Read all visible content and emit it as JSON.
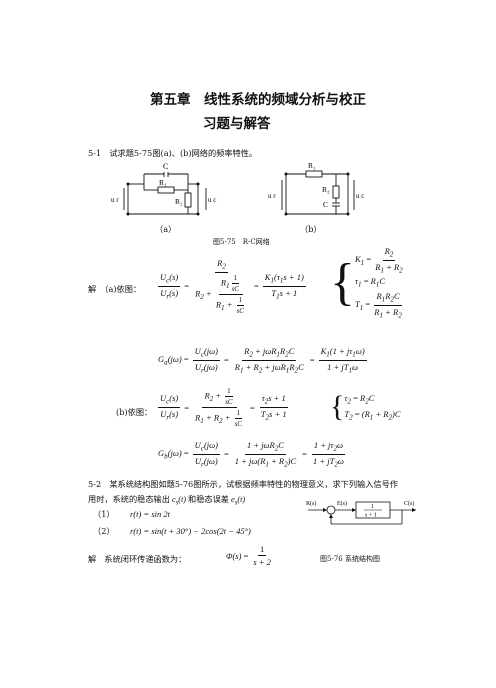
{
  "doc": {
    "title": "第五章　线性系统的频域分析与校正",
    "subtitle": "习题与解答",
    "p51": "5-1　试求题5-75图(a)、(b)网络的频率特性。",
    "fig_caption": "图5-75　R-C网络",
    "label_a": "（a）",
    "label_b": "（b）",
    "sol_a_prefix": "解　（a)依图：",
    "sol_b_prefix": "(b)依图：",
    "p52_line1": "5-2　某系统结构图如题5-76图所示，试根据频率特性的物理意义，求下列输入信号作",
    "p52_line2": "用时，系统的稳态输出",
    "p52_line2b": "和稳态误差",
    "item1_num": "（1）",
    "item1_expr": "r(t) = sin 2t",
    "item2_num": "（2）",
    "item2_expr": "r(t) = sin(t + 30°) − 2cos(2t − 45°)",
    "sol52": "解　系统闭环传递函数为：",
    "fig76_caption": "图5-76 系统结构图"
  },
  "circuit": {
    "cap": "C",
    "r1": "R₁",
    "r2": "R₂",
    "ur": "u r",
    "uc": "u c"
  },
  "block": {
    "R": "R(s)",
    "E": "E(s)",
    "C": "C(s)",
    "num": "1",
    "den": "s + 1"
  }
}
